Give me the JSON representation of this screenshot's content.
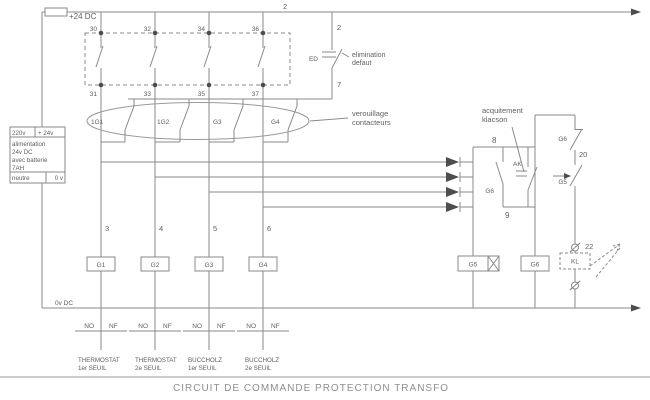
{
  "title": "CIRCUIT DE COMMANDE PROTECTION TRANSFO",
  "power": {
    "positive_rail": "+24 DC",
    "rail_wire_number": "2",
    "negative_rail": "0v DC",
    "supply": {
      "header_left": "220v",
      "header_right": "+ 24v",
      "line1": "alimentation",
      "line2": "24v DC",
      "line3": "avec batterie",
      "line4": "7AH",
      "footer_left": "neutre",
      "footer_right": "0 v"
    }
  },
  "fault_bank": {
    "top_terminals": [
      "30",
      "32",
      "34",
      "36"
    ],
    "bottom_terminals": [
      "31",
      "33",
      "35",
      "37"
    ]
  },
  "ed_branch": {
    "wire_top": "2",
    "wire_bottom": "7",
    "contact": "ED",
    "caption1": "elimination",
    "caption2": "defaut"
  },
  "interlock": {
    "contacts": [
      "1G1",
      "1G2",
      "G3",
      "G4"
    ],
    "caption1": "verouillage",
    "caption2": "contacteurs"
  },
  "trip_columns": {
    "wires": [
      "3",
      "4",
      "5",
      "6"
    ],
    "coils": [
      "G1",
      "G2",
      "G3",
      "G4"
    ]
  },
  "ack": {
    "caption1": "acquitement",
    "caption2": "klacson",
    "wire_top": "8",
    "wire_bottom": "9",
    "hold_contact": "G6",
    "pushbutton": "AK",
    "horn_relay_coil": "G5",
    "ack_relay_coil": "G6"
  },
  "horn": {
    "nc_contact": "G6",
    "wire_upper": "20",
    "no_contact": "G5",
    "wire_lower": "22",
    "klaxon": "KL"
  },
  "sensors": [
    {
      "no": "NO",
      "nf": "NF",
      "name1": "THERMOSTAT",
      "name2": "1er SEUIL"
    },
    {
      "no": "NO",
      "nf": "NF",
      "name1": "THERMOSTAT",
      "name2": "2e SEUIL"
    },
    {
      "no": "NO",
      "nf": "NF",
      "name1": "BUCCHOLZ",
      "name2": "1er SEUIL"
    },
    {
      "no": "NO",
      "nf": "NF",
      "name1": "BUCCHOLZ",
      "name2": "2e SEUIL"
    }
  ],
  "colors": {
    "wire": "#8a8a8a",
    "text": "#5f5f5f",
    "dark": "#4d4d4d",
    "title": "#8f8f8f"
  }
}
